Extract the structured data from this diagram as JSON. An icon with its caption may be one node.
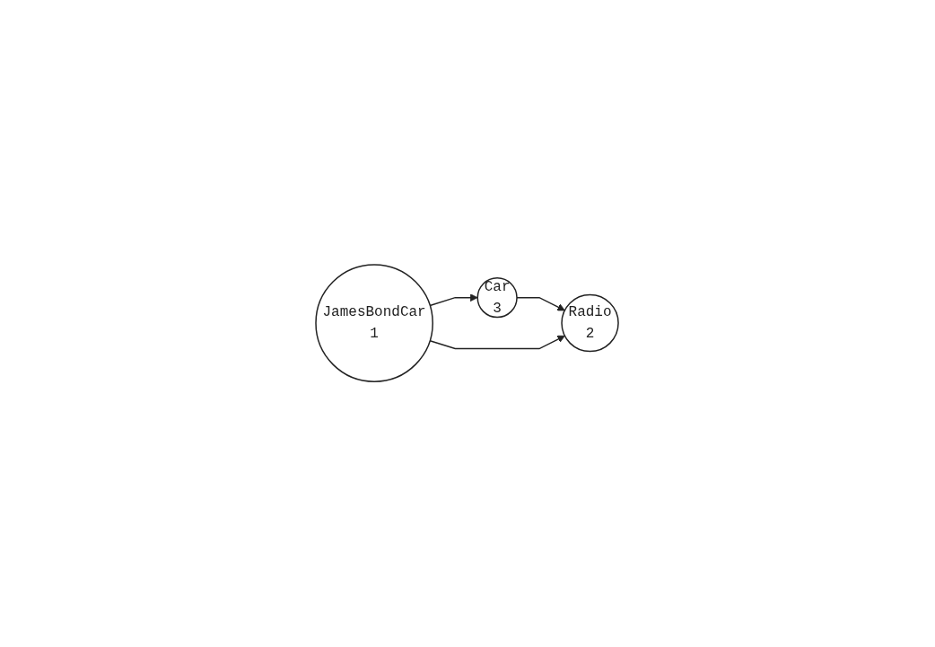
{
  "diagram": {
    "nodes": [
      {
        "text": [
          "Car",
          "3"
        ]
      },
      {
        "text": [
          "Radio",
          "2"
        ]
      },
      {
        "text": [
          "JamesBondCar",
          "1"
        ]
      }
    ],
    "edges": [
      {
        "from": 0,
        "to": 1,
        "arrow": "to"
      },
      {
        "from": 2,
        "to": 0,
        "arrow": "to"
      },
      {
        "from": 2,
        "to": 1,
        "arrow": "to"
      }
    ]
  }
}
